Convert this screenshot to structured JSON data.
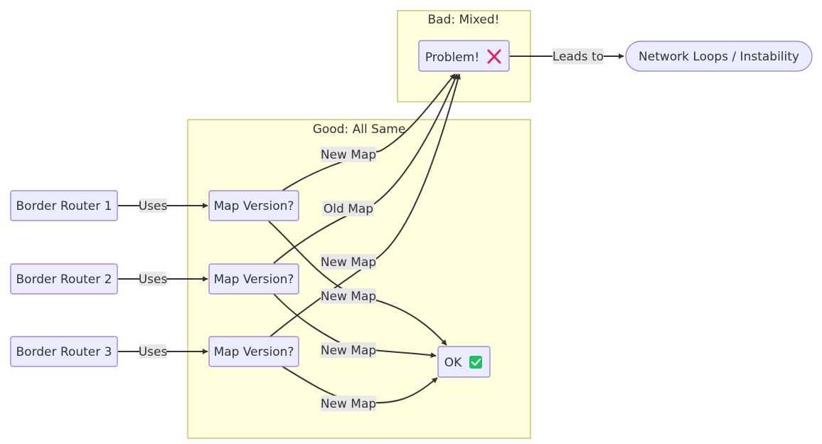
{
  "clusters": {
    "bad": {
      "title": "Bad: Mixed!"
    },
    "good": {
      "title": "Good: All Same"
    }
  },
  "nodes": {
    "br1": "Border Router 1",
    "br2": "Border Router 2",
    "br3": "Border Router 3",
    "mv1": "Map Version?",
    "mv2": "Map Version?",
    "mv3": "Map Version?",
    "problem": "Problem!",
    "problem_icon": "cross-mark-icon",
    "ok": "OK",
    "ok_icon": "check-mark-icon",
    "network": "Network Loops / Instability"
  },
  "edges": {
    "uses1": "Uses",
    "uses2": "Uses",
    "uses3": "Uses",
    "mv1_problem": "New Map",
    "mv2_problem": "Old Map",
    "mv3_problem": "New Map",
    "mv1_ok": "New Map",
    "mv2_ok": "New Map",
    "mv3_ok": "New Map",
    "leads_to": "Leads to"
  },
  "colors": {
    "node_fill": "#ececff",
    "node_stroke": "#9370db",
    "cluster_fill": "#ffffde",
    "cluster_stroke": "#aaaa33",
    "edge": "#333333",
    "cross": "#e0245e",
    "check": "#21c063"
  }
}
